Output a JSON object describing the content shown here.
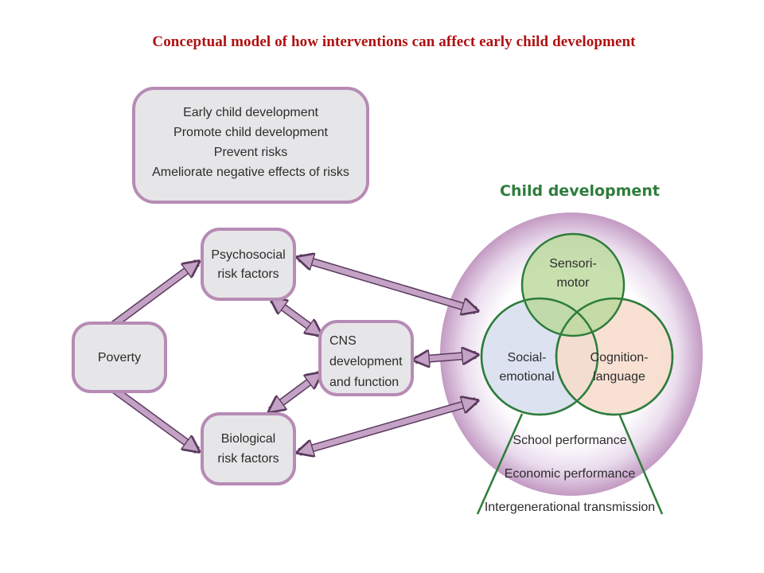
{
  "title": "Conceptual model of how interventions can affect early child development",
  "intervention_box": {
    "lines": [
      "Early child development",
      "Promote child development",
      "Prevent risks",
      "Ameliorate negative effects of risks"
    ]
  },
  "nodes": {
    "poverty": "Poverty",
    "psychosocial": [
      "Psychosocial",
      "risk factors"
    ],
    "biological": [
      "Biological",
      "risk factors"
    ],
    "cns": [
      "CNS",
      "development",
      "and function"
    ]
  },
  "child_development": {
    "heading": "Child development",
    "domains": {
      "sensorimotor": [
        "Sensori-",
        "motor"
      ],
      "social_emotional": [
        "Social-",
        "emotional"
      ],
      "cognition_language": [
        "Cognition-",
        "language"
      ]
    },
    "outcomes": [
      "School performance",
      "Economic performance",
      "Intergenerational transmission"
    ]
  },
  "colors": {
    "title": "#b01010",
    "box_fill": "#e6e6e8",
    "box_border": "#b78bb5",
    "arrow": "#c4a2c6",
    "heading": "#2e7d3c",
    "sensorimotor": "#b9d89a",
    "social_emotional": "#d9dff0",
    "cognition_language": "#f7dccb"
  }
}
